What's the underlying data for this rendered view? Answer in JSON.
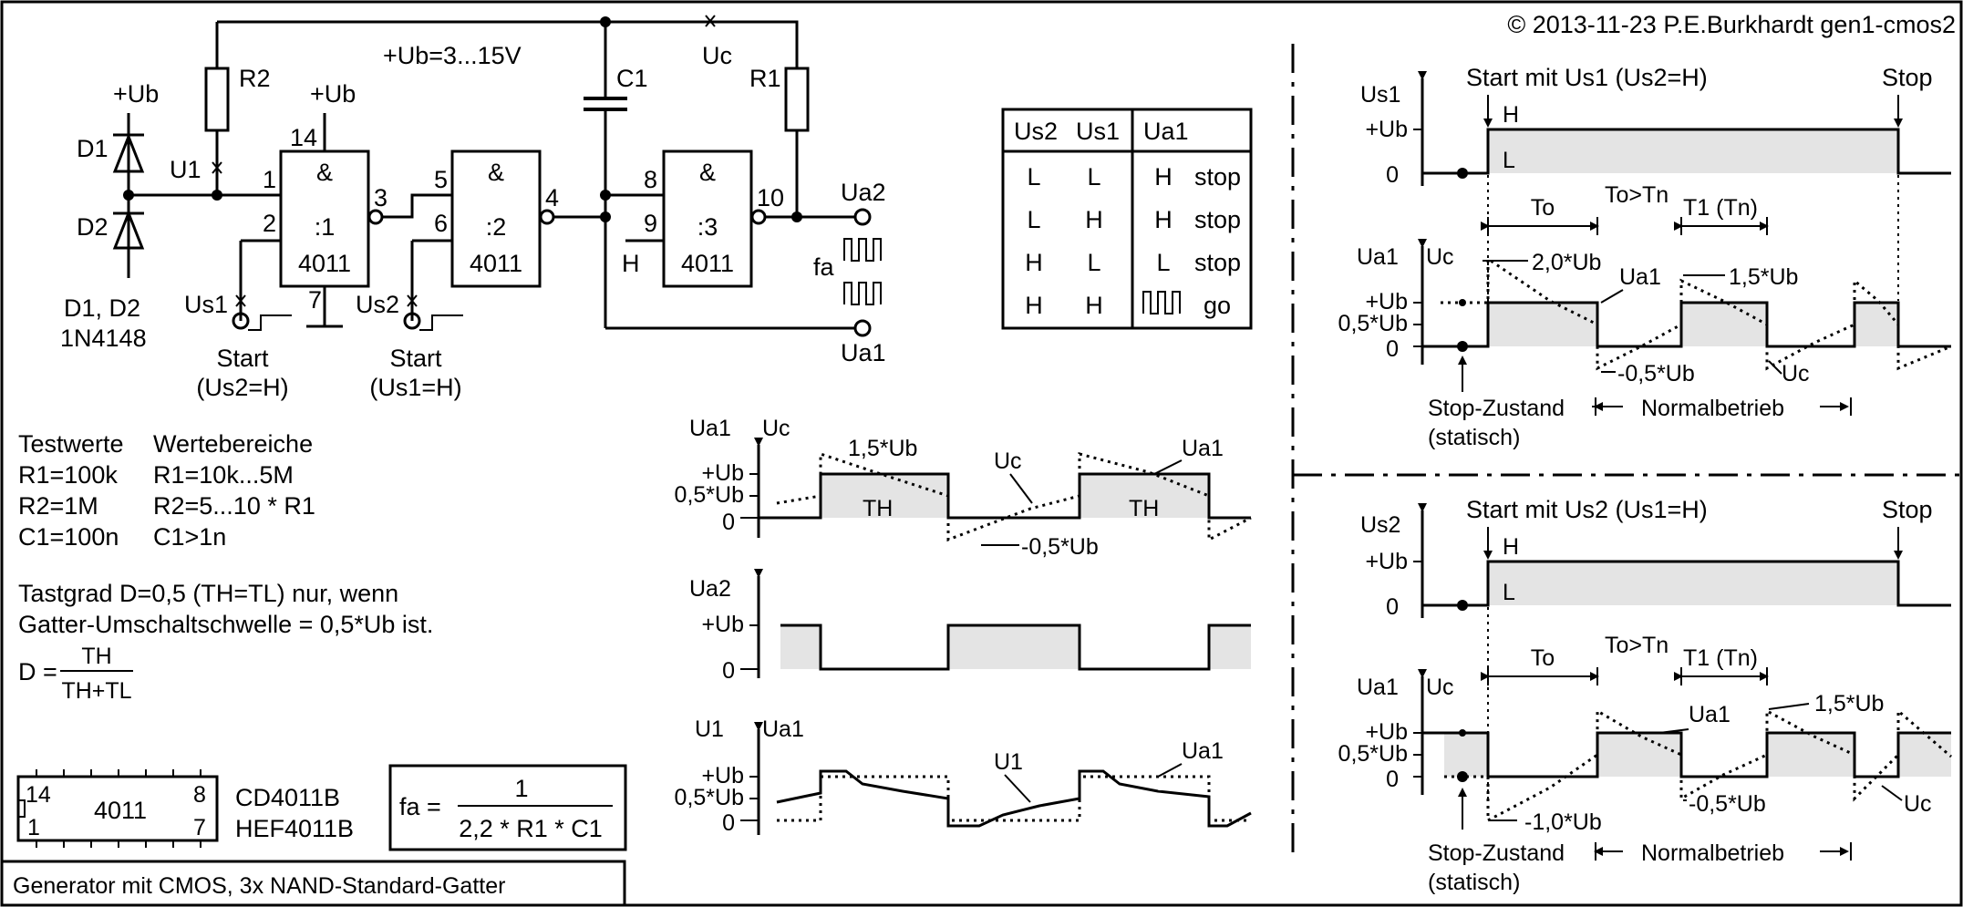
{
  "copyright": "© 2013-11-23 P.E.Burkhardt gen1-cmos2",
  "footer_title": "Generator mit CMOS, 3x NAND-Standard-Gatter",
  "circuit": {
    "supply": "+Ub=3...15V",
    "r1": "R1",
    "r2": "R2",
    "c1": "C1",
    "uc": "Uc",
    "u1": "U1",
    "plus_ub": "+Ub",
    "d1": "D1",
    "d2": "D2",
    "diodes": "D1, D2",
    "diode_type": "1N4148",
    "pin1": "1",
    "pin2": "2",
    "pin3": "3",
    "pin4": "4",
    "pin5": "5",
    "pin6": "6",
    "pin7": "7",
    "pin8": "8",
    "pin9": "9",
    "pin10": "10",
    "pin14": "14",
    "gate_symbol": "&",
    "gate1": ":1",
    "gate2": ":2",
    "gate3": ":3",
    "ic": "4011",
    "h": "H",
    "us1": "Us1",
    "us2": "Us2",
    "start": "Start",
    "start1_cond": "(Us2=H)",
    "start2_cond": "(Us1=H)",
    "fa": "fa",
    "ua1": "Ua1",
    "ua2": "Ua2"
  },
  "truth_table": {
    "headers": [
      "Us2",
      "Us1",
      "Ua1"
    ],
    "rows": [
      {
        "us2": "L",
        "us1": "L",
        "ua1": "H",
        "state": "stop"
      },
      {
        "us2": "L",
        "us1": "H",
        "ua1": "H",
        "state": "stop"
      },
      {
        "us2": "H",
        "us1": "L",
        "ua1": "L",
        "state": "stop"
      },
      {
        "us2": "H",
        "us1": "H",
        "ua1": "",
        "state": "go"
      }
    ]
  },
  "values": {
    "test_header": "Testwerte",
    "range_header": "Wertebereiche",
    "test": [
      "R1=100k",
      "R2=1M",
      "C1=100n"
    ],
    "range": [
      "R1=10k...5M",
      "R2=5...10 * R1",
      "C1>1n"
    ],
    "duty_line1": "Tastgrad D=0,5 (TH=TL) nur, wenn",
    "duty_line2": "Gatter-Umschaltschwelle = 0,5*Ub ist.",
    "d_eq": "D =",
    "d_num": "TH",
    "d_den": "TH+TL"
  },
  "chip": {
    "pin14": "14",
    "pin8": "8",
    "pin1": "1",
    "pin7": "7",
    "name": "4011",
    "types": [
      "CD4011B",
      "HEF4011B"
    ]
  },
  "formula": {
    "lhs": "fa =",
    "num": "1",
    "den": "2,2 * R1 * C1"
  },
  "mid_plots": {
    "p1": {
      "ylabel1": "Ua1",
      "ylabel2": "Uc",
      "ticks": [
        "+Ub",
        "0,5*Ub",
        "0"
      ],
      "uc_label": "Uc",
      "ua1_label": "Ua1",
      "th": "TH",
      "hi": "1,5*Ub",
      "lo": "-0,5*Ub"
    },
    "p2": {
      "ylabel": "Ua2",
      "ticks": [
        "+Ub",
        "0"
      ]
    },
    "p3": {
      "ylabel1": "U1",
      "ylabel2": "Ua1",
      "ticks": [
        "+Ub",
        "0,5*Ub",
        "0"
      ],
      "u1_label": "U1",
      "ua1_label": "Ua1"
    }
  },
  "right_top": {
    "title": "Start mit Us1 (Us2=H)",
    "stop": "Stop",
    "sig": "Us1",
    "ticks": [
      "+Ub",
      "0"
    ],
    "h": "H",
    "l": "L",
    "to": "To",
    "cmp": "To>Tn",
    "t1": "T1 (Tn)",
    "ylabel1": "Ua1",
    "ylabel2": "Uc",
    "ticks2": [
      "+Ub",
      "0,5*Ub",
      "0"
    ],
    "peak1": "2,0*Ub",
    "ua1": "Ua1",
    "peak2": "1,5*Ub",
    "low": "-0,5*Ub",
    "uc": "Uc",
    "stop_state": "Stop-Zustand",
    "static": "(statisch)",
    "normal": "Normalbetrieb"
  },
  "right_bottom": {
    "title": "Start mit Us2 (Us1=H)",
    "stop": "Stop",
    "sig": "Us2",
    "ticks": [
      "+Ub",
      "0"
    ],
    "h": "H",
    "l": "L",
    "to": "To",
    "cmp": "To>Tn",
    "t1": "T1 (Tn)",
    "ylabel1": "Ua1",
    "ylabel2": "Uc",
    "ticks2": [
      "+Ub",
      "0,5*Ub",
      "0"
    ],
    "ua1": "Ua1",
    "peak": "1,5*Ub",
    "low1": "-1,0*Ub",
    "low2": "-0,5*Ub",
    "uc": "Uc",
    "stop_state": "Stop-Zustand",
    "static": "(statisch)",
    "normal": "Normalbetrieb"
  }
}
